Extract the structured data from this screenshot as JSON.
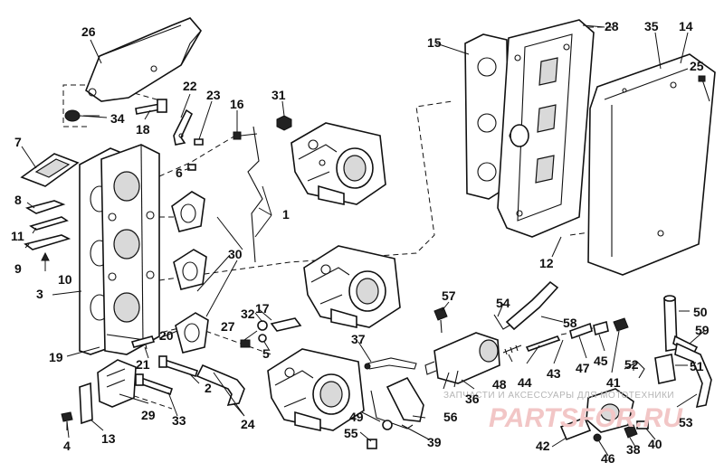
{
  "labels": {
    "l1": "1",
    "l2": "2",
    "l3": "3",
    "l4": "4",
    "l5": "5",
    "l6": "6",
    "l7": "7",
    "l8": "8",
    "l9": "9",
    "l10": "10",
    "l11": "11",
    "l12": "12",
    "l13": "13",
    "l14": "14",
    "l15": "15",
    "l16": "16",
    "l17": "17",
    "l18": "18",
    "l19": "19",
    "l20": "20",
    "l21": "21",
    "l22": "22",
    "l23": "23",
    "l24": "24",
    "l25": "25",
    "l26": "26",
    "l27": "27",
    "l28": "28",
    "l29": "29",
    "l30": "30",
    "l31": "31",
    "l32": "32",
    "l33": "33",
    "l34": "34",
    "l35": "35",
    "l36": "36",
    "l37": "37",
    "l38": "38",
    "l39": "39",
    "l40": "40",
    "l41": "41",
    "l42": "42",
    "l43": "43",
    "l44": "44",
    "l45": "45",
    "l46": "46",
    "l47": "47",
    "l48": "48",
    "l49": "49",
    "l50": "50",
    "l51": "51",
    "l52": "52",
    "l53": "53",
    "l54": "54",
    "l55": "55",
    "l56": "56",
    "l57": "57",
    "l58": "58",
    "l59": "59"
  },
  "watermark": {
    "small": "ЗАПЧАСТИ И АКСЕССУАРЫ ДЛЯ МОТОТЕХНИКИ",
    "big": "PARTSFOR.RU"
  }
}
